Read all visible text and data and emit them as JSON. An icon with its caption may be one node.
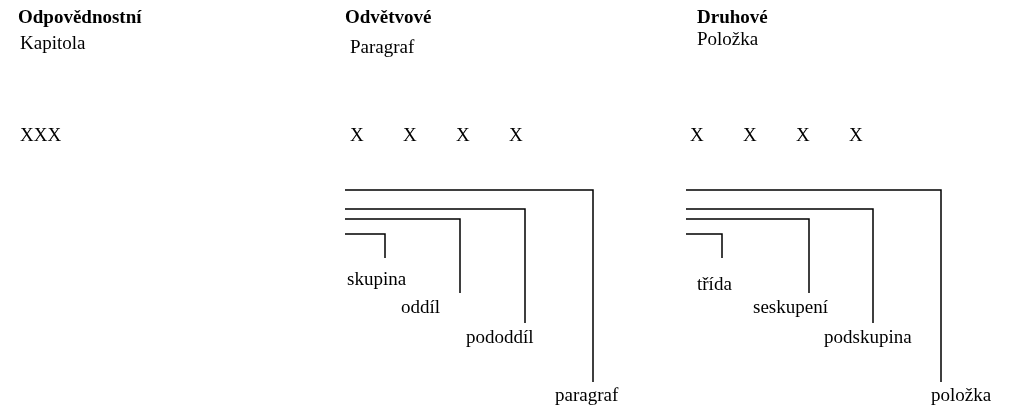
{
  "diagram": {
    "labels": [
      "Odpovědnostní",
      "Odvětvové",
      "Druhové",
      "Kapitola",
      "Paragraf",
      "Položka",
      "XXX",
      "X",
      "X",
      "X",
      "X",
      "X",
      "X",
      "X",
      "X",
      "skupina",
      "třída",
      "oddíl",
      "seskupení",
      "pododdíl",
      "podskupina",
      "paragraf",
      "položka"
    ]
  }
}
